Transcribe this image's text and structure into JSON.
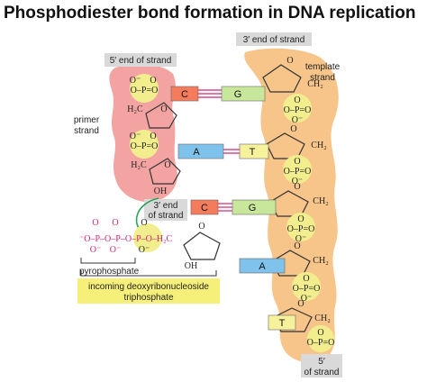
{
  "title": "Phosphodiester bond formation in DNA replication",
  "labels": {
    "five_prime_top": "5′ end of strand",
    "three_prime_top": "3′ end of strand",
    "template_strand_1": "template",
    "template_strand_2": "strand",
    "primer_strand_1": "primer",
    "primer_strand_2": "strand",
    "three_prime_end_1": "3′ end",
    "three_prime_end_2": "of strand",
    "pyrophosphate": "pyrophosphate",
    "incoming_1": "incoming deoxyribonucleoside",
    "incoming_2": "triphosphate",
    "five_prime_bottom_1": "5′",
    "five_prime_bottom_2": "of strand"
  },
  "chem": {
    "phosphate": "O–P=O",
    "o_minus": "O⁻",
    "o": "O",
    "ch2": "CH₂",
    "h2c": "H₂C",
    "oh": "OH",
    "o_h2c": "O–H₂C",
    "triphosphate": "⁻O–P–O–P–O–P–O–H₂C"
  },
  "bases": {
    "primer": [
      "C",
      "A"
    ],
    "template_paired": [
      "G",
      "T",
      "G"
    ],
    "incoming": "C",
    "template_unpaired": [
      "A",
      "T"
    ]
  },
  "colors": {
    "primer_strand": "#f4a3a3",
    "template_strand": "#f7c48a",
    "phosphate_circle": "#f2ee8e",
    "c_base": "#f47c5c",
    "g_base": "#c9e79a",
    "a_base": "#7fc3ec",
    "t_base": "#f6f29b",
    "bond": "#d6226f",
    "label_box": "#d9d9d9",
    "incoming_box": "#f6f07a"
  }
}
